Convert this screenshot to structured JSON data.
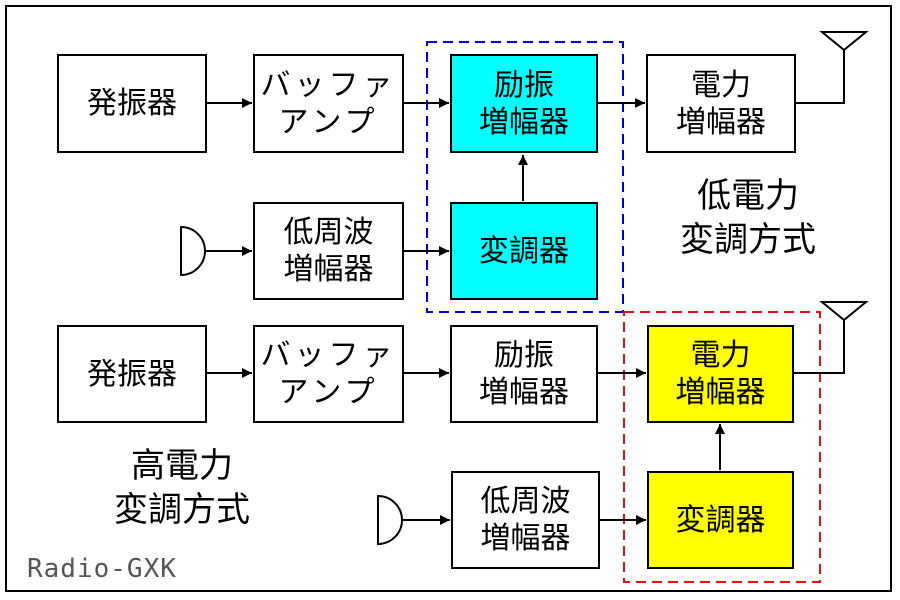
{
  "colors": {
    "modulated_stage_low": "#00ffff",
    "modulated_stage_high": "#ffff00",
    "low_group_outline": "#0000cc",
    "high_group_outline": "#dd1111",
    "watermark": "#555555"
  },
  "low_power": {
    "oscillator": "発振器",
    "buffer": [
      "バッファ",
      "アンプ"
    ],
    "driver": [
      "励振",
      "増幅器"
    ],
    "power_amp": [
      "電力",
      "増幅器"
    ],
    "af_amp": [
      "低周波",
      "増幅器"
    ],
    "modulator": "変調器",
    "caption": [
      "低電力",
      "変調方式"
    ]
  },
  "high_power": {
    "oscillator": "発振器",
    "buffer": [
      "バッファ",
      "アンプ"
    ],
    "driver": [
      "励振",
      "増幅器"
    ],
    "power_amp": [
      "電力",
      "増幅器"
    ],
    "af_amp": [
      "低周波",
      "増幅器"
    ],
    "modulator": "変調器",
    "caption": [
      "高電力",
      "変調方式"
    ]
  },
  "watermark": "Radio-GXK"
}
